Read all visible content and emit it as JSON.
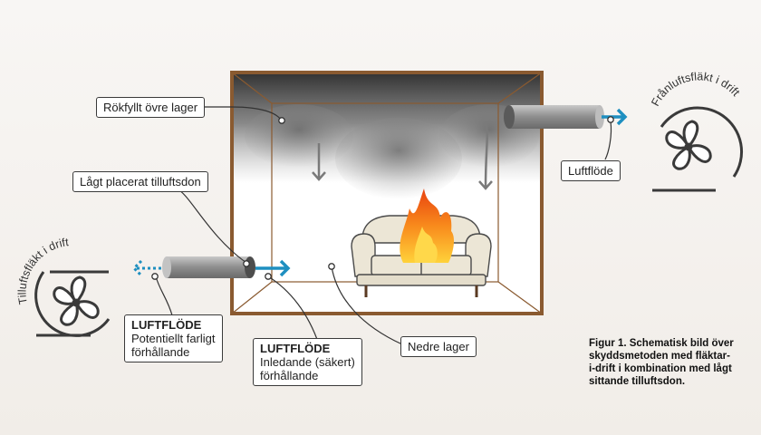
{
  "labels": {
    "smoke_upper": "Rökfyllt övre lager",
    "low_inlet": "Lågt placerat tilluftsdon",
    "airflow_out": "Luftflöde",
    "lower_layer": "Nedre lager",
    "airflow_left": {
      "title": "LUFTFLÖDE",
      "line1": "Potentiellt farligt",
      "line2": "förhållande"
    },
    "airflow_right": {
      "title": "LUFTFLÖDE",
      "line1": "Inledande (säkert)",
      "line2": "förhållande"
    }
  },
  "fans": {
    "exhaust": "Frånluftsfläkt i drift",
    "supply": "Tilluftsfläkt i drift"
  },
  "caption": {
    "line1": "Figur 1. Schematisk bild över",
    "line2": "skyddsmetoden med fläktar-",
    "line3": "i-drift i kombination med lågt",
    "line4": "sittande tilluftsdon."
  },
  "colors": {
    "room_frame": "#8a5a30",
    "arrow_blue": "#1e8fc0",
    "smoke": "#2f2f2f",
    "fire": "#f0631c",
    "sofa": "#ece6d6"
  }
}
